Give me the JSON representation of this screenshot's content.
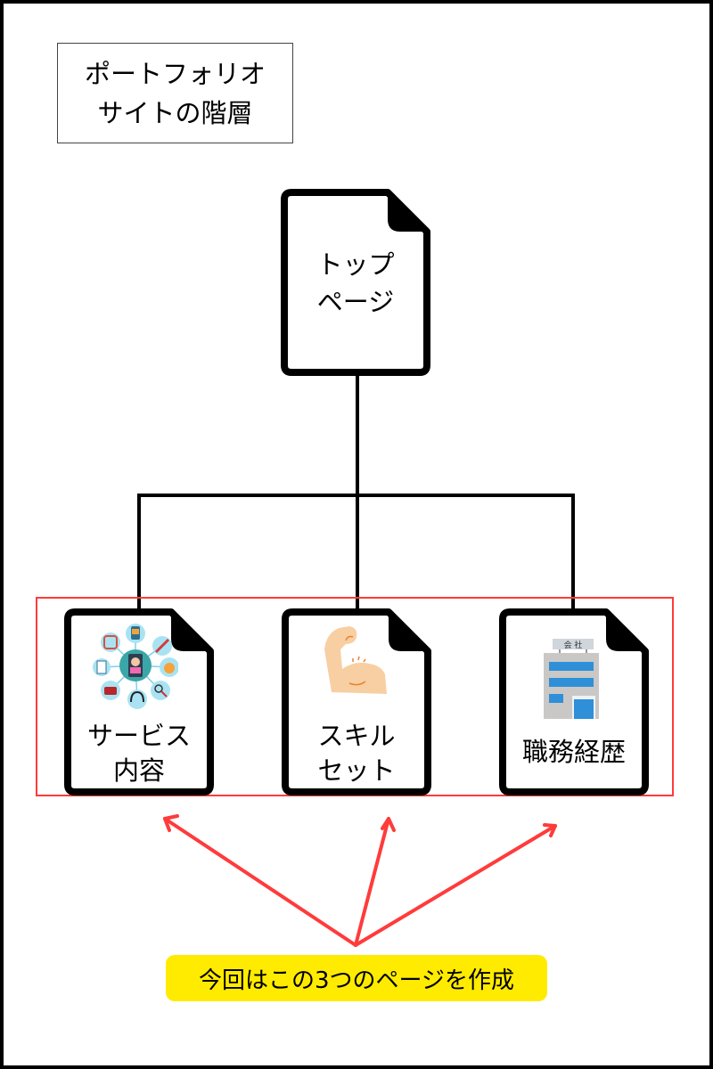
{
  "title": {
    "line1": "ポートフォリオ",
    "line2": "サイトの階層"
  },
  "root_page": {
    "line1": "トップ",
    "line2": "ページ"
  },
  "child_pages": [
    {
      "line1": "サービス",
      "line2": "内容",
      "icon": "customer-service-icon"
    },
    {
      "line1": "スキル",
      "line2": "セット",
      "icon": "flexed-arm-icon"
    },
    {
      "line1": "職務経歴",
      "line2": "",
      "icon": "company-building-icon",
      "sign_text": "会 社"
    }
  ],
  "callout": {
    "text": "今回はこの3つのページを作成"
  },
  "colors": {
    "highlight": "#ff3b3b",
    "callout_bg": "#ffeb00",
    "stroke": "#000000"
  }
}
